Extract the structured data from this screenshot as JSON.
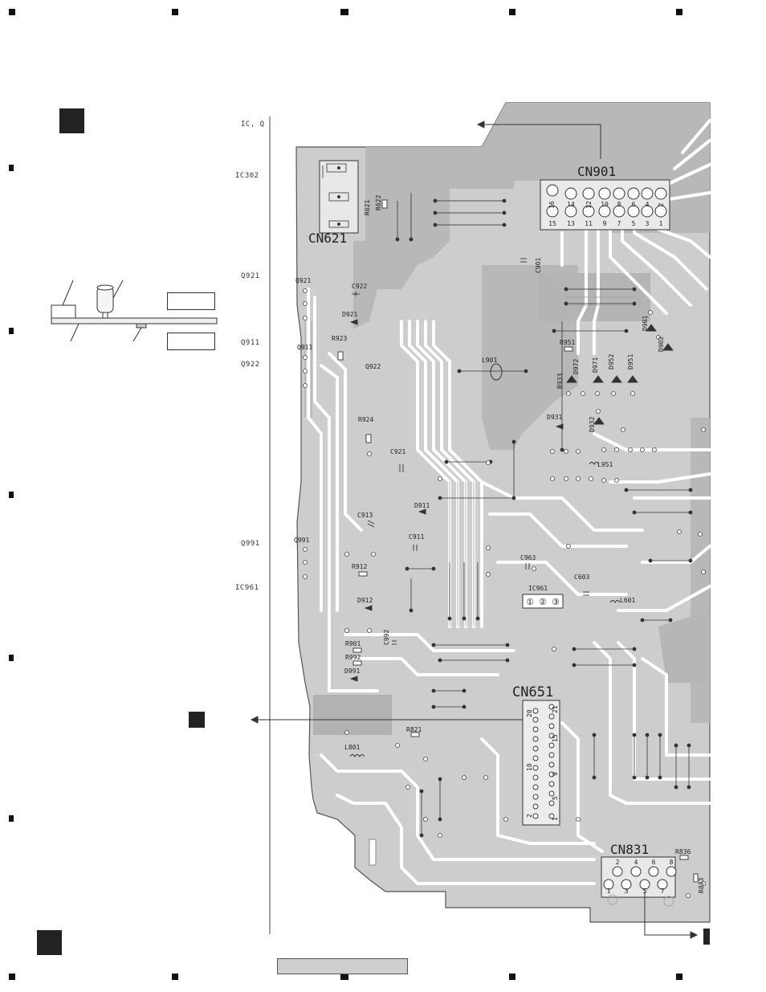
{
  "left_column_labels": [
    "IC, Q",
    "IC302",
    "Q921",
    "Q911",
    "Q922",
    "Q991",
    "IC961"
  ],
  "board_labels": {
    "cn901": "CN901",
    "cn621": "CN621",
    "cn651": "CN651",
    "cn831": "CN831",
    "components": [
      "R621",
      "R622",
      "C901",
      "Q921",
      "C922",
      "D921",
      "R923",
      "Q911",
      "Q922",
      "R924",
      "C921",
      "D911",
      "C913",
      "C911",
      "Q991",
      "R912",
      "D912",
      "C992",
      "R901",
      "R992",
      "D991",
      "L901",
      "R951",
      "R933",
      "D972",
      "D971",
      "D952",
      "D951",
      "D901",
      "D902",
      "D931",
      "D932",
      "L951",
      "C963",
      "IC961",
      "C603",
      "L601",
      "R821",
      "L801",
      "R836",
      "R833"
    ]
  },
  "cn901_pins_top": [
    "16",
    "14",
    "12",
    "10",
    "8",
    "6",
    "4",
    "2"
  ],
  "cn901_pins_bottom": [
    "15",
    "13",
    "11",
    "9",
    "7",
    "5",
    "3",
    "1"
  ],
  "cn651_pins": [
    "20",
    "21",
    "15",
    "10",
    "9",
    "5",
    "2",
    "1"
  ],
  "cn831_pins_top": [
    "2",
    "4",
    "6",
    "8"
  ],
  "cn831_pins_bottom": [
    "1",
    "3",
    "5",
    "7"
  ],
  "ic961_pins": [
    "①",
    "②",
    "③"
  ],
  "colors": {
    "copper": "#bdbdbd",
    "trace": "#aaaaaa",
    "board_edge": "#555555",
    "ink": "#222222"
  }
}
